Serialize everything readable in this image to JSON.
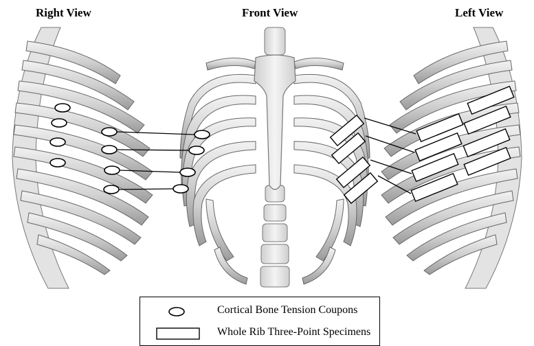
{
  "titles": {
    "right_view": "Right View",
    "front_view": "Front View",
    "left_view": "Left View"
  },
  "legend": {
    "coupon_label": "Cortical Bone Tension Coupons",
    "specimen_label": "Whole Rib Three-Point Specimens"
  },
  "colors": {
    "rib_fill": "#d9d9d9",
    "rib_edge": "#6f6f6f",
    "spine": "#bdbdbd",
    "marker_stroke": "#000000",
    "marker_fill": "#ffffff"
  }
}
